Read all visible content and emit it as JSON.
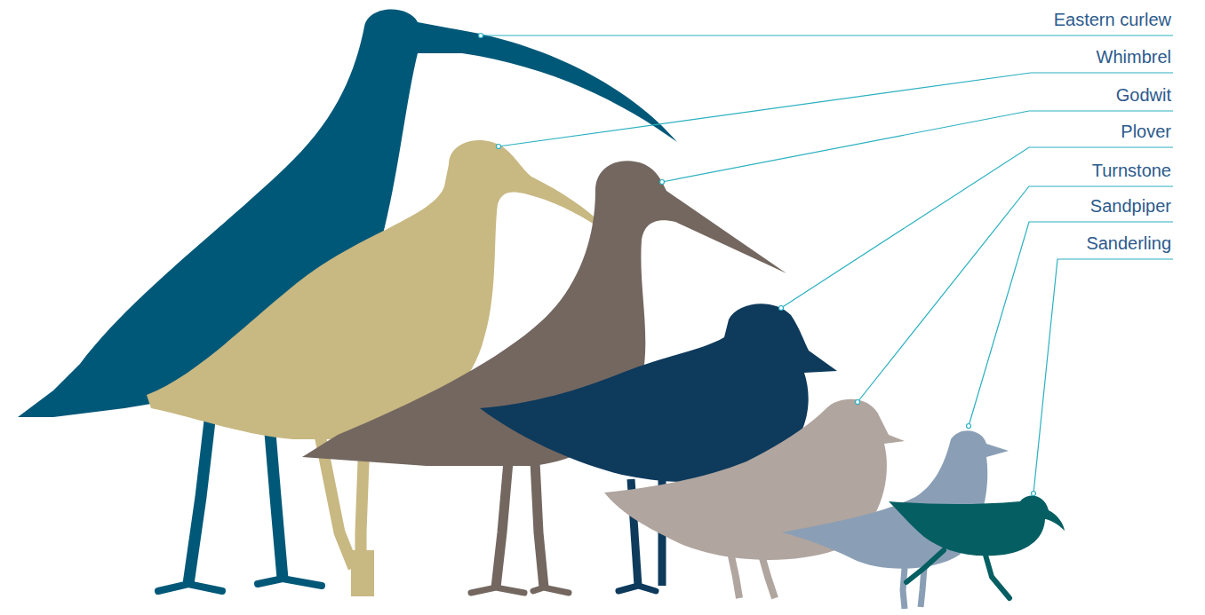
{
  "diagram": {
    "labels": [
      "Eastern curlew",
      "Whimbrel",
      "Godwit",
      "Plover",
      "Turnstone",
      "Sandpiper",
      "Sanderling"
    ]
  }
}
